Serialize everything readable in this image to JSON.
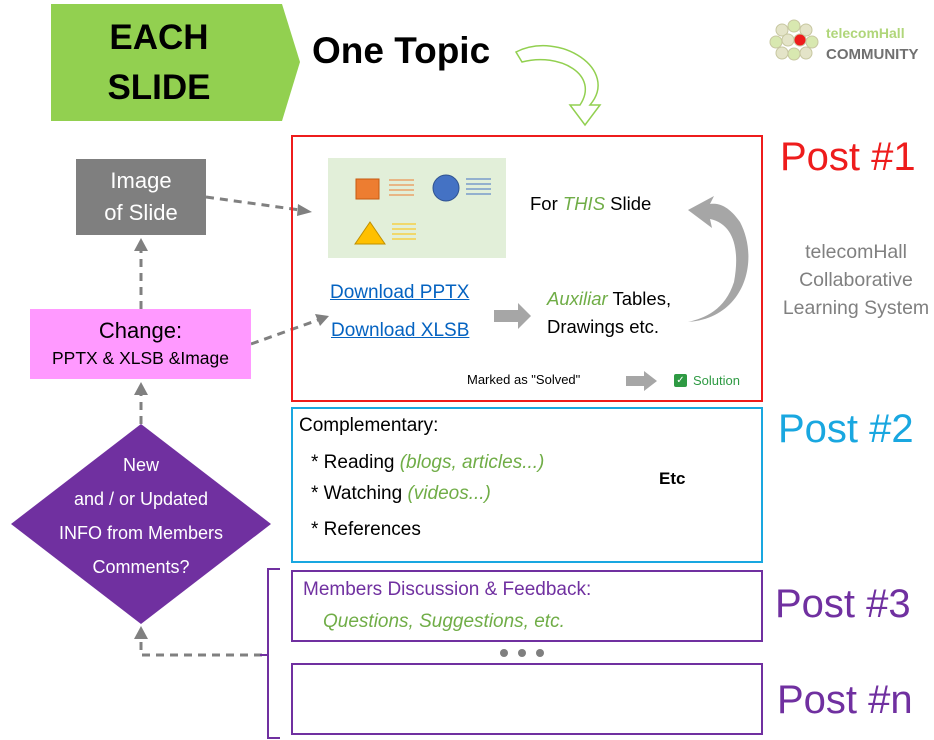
{
  "header": {
    "each_slide_line1": "EACH",
    "each_slide_line2": "SLIDE",
    "one_topic": "One Topic"
  },
  "logo": {
    "line1": "telecomHall",
    "line2": "COMMUNITY"
  },
  "flow": {
    "image_of_slide_line1": "Image",
    "image_of_slide_line2": "of Slide",
    "change_title": "Change:",
    "change_subtitle": "PPTX & XLSB &Image",
    "decision_lines": [
      "New",
      "and / or Updated",
      "INFO from Members",
      "Comments?"
    ]
  },
  "post1": {
    "label": "Post #1",
    "for_prefix": "For ",
    "for_emph": "THIS",
    "for_suffix": " Slide",
    "download_pptx": "Download PPTX",
    "download_xlsb": "Download XLSB",
    "aux_emph": "Auxiliar",
    "aux_rest": " Tables,",
    "aux_line2": "Drawings etc.",
    "marked_solved": "Marked as \"Solved\"",
    "solution_badge": "Solution"
  },
  "system_caption": [
    "telecomHall",
    "Collaborative",
    "Learning System"
  ],
  "post2": {
    "label": "Post #2",
    "heading": "Complementary:",
    "items": [
      {
        "text": "* Reading ",
        "hint": "(blogs, articles...)"
      },
      {
        "text": "* Watching ",
        "hint": "(videos...)"
      },
      {
        "text": "* References",
        "hint": ""
      }
    ],
    "etc": "Etc"
  },
  "post3": {
    "label": "Post #3",
    "heading": "Members Discussion & Feedback:",
    "subtext": "Questions, Suggestions, etc."
  },
  "postn": {
    "label": "Post #n"
  },
  "colors": {
    "green": "#92d050",
    "post1": "#ee1c1c",
    "post2": "#19a7e0",
    "purple": "#7030a0",
    "pink": "#ff99ff",
    "gray": "#7f7f7f"
  }
}
